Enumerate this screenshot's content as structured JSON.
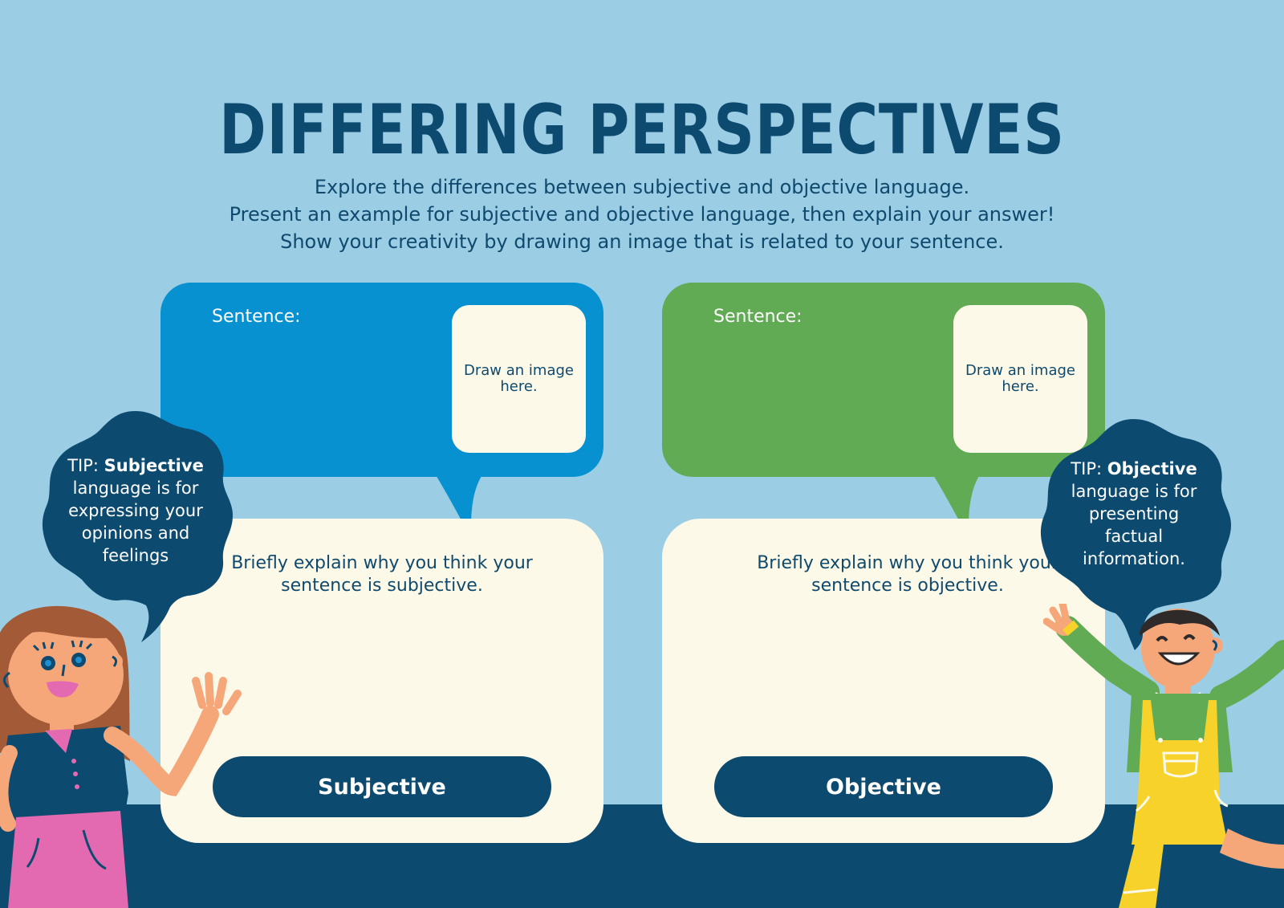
{
  "title": "DIFFERING PERSPECTIVES",
  "intro": [
    "Explore the differences between subjective and objective language.",
    "Present an example for subjective and objective language, then explain your answer!",
    "Show your creativity by drawing an image that is related to your sentence."
  ],
  "left_card": {
    "sentence_label": "Sentence:",
    "draw_prompt": "Draw an image here.",
    "explain_prompt": "Briefly explain why you think your sentence is subjective.",
    "pill_label": "Subjective"
  },
  "right_card": {
    "sentence_label": "Sentence:",
    "draw_prompt": "Draw an image here.",
    "explain_prompt": "Briefly explain why you think your sentence is objective.",
    "pill_label": "Objective"
  },
  "tip_left": {
    "prefix": "TIP:",
    "keyword": "Subjective",
    "rest": "language is for expressing your opinions and feelings"
  },
  "tip_right": {
    "prefix": "TIP:",
    "keyword": "Objective",
    "rest": "language is for presenting factual information."
  },
  "colors": {
    "background": "#9bcde4",
    "navy": "#0d4a70",
    "blue_card": "#0891d0",
    "green_card": "#62ab55",
    "cream": "#fdf9e8"
  }
}
